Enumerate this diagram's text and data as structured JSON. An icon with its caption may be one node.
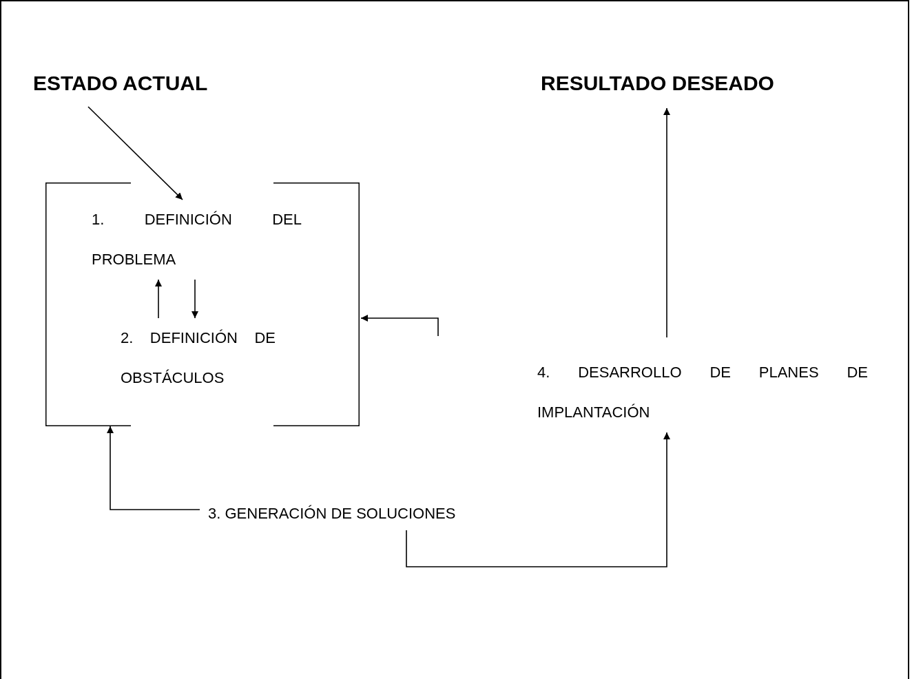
{
  "diagram": {
    "nodes": [
      {
        "text": [
          "ESTADO ACTUAL"
        ]
      },
      {
        "text": [
          "RESULTADO DESEADO"
        ]
      },
      {
        "text": [],
        "shape": "box"
      },
      {
        "text": [
          "1. DEFINICIÓN DEL PROBLEMA"
        ],
        "in": 2
      },
      {
        "text": [
          "2. DEFINICIÓN DE OBSTÁCULOS"
        ],
        "in": 2
      },
      {
        "text": [
          "4. DESARROLLO DE PLANES DE IMPLANTACIÓN"
        ]
      },
      {
        "text": [
          "3. GENERACIÓN DE SOLUCIONES"
        ]
      }
    ],
    "edges": [
      {
        "from": 0,
        "to": 3,
        "arrow": "to"
      },
      {
        "from": 3,
        "to": 4,
        "arrow": "to"
      },
      {
        "from": 4,
        "to": 3,
        "arrow": "to"
      },
      {
        "from": null,
        "to": 2,
        "arrow": "to"
      },
      {
        "from": 6,
        "to": 2,
        "arrow": "to"
      },
      {
        "from": 6,
        "to": 5,
        "arrow": "to"
      },
      {
        "from": 5,
        "to": 1,
        "arrow": "to"
      }
    ]
  }
}
